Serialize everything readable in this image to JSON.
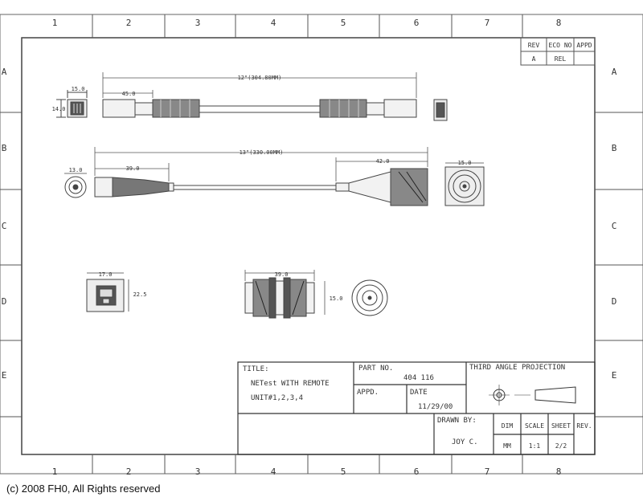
{
  "grid": {
    "columns": [
      "1",
      "2",
      "3",
      "4",
      "5",
      "6",
      "7",
      "8"
    ],
    "rows": [
      "A",
      "B",
      "C",
      "D",
      "E"
    ]
  },
  "revision_block": {
    "headers": [
      "REV",
      "ECO NO",
      "APPD"
    ],
    "values": [
      "A",
      "REL",
      ""
    ]
  },
  "dimensions": {
    "rj_overall": "12\"(304.80MM)",
    "rj_end_width": "15.0",
    "rj_end_height": "14.0",
    "rj_boot": "45.0",
    "bnc_overall": "13\"(330.00MM)",
    "bnc_left_dia": "13.0",
    "bnc_left_boot": "39.0",
    "bnc_right_boot": "42.0",
    "bnc_right_dia": "15.0",
    "jack_width": "17.0",
    "jack_height": "22.5",
    "adapter_length": "39.0",
    "adapter_dia": "15.0"
  },
  "title_block": {
    "title_label": "TITLE:",
    "title_line1": "NETest WITH REMOTE",
    "title_line2": "UNIT#1,2,3,4",
    "part_no_label": "PART NO.",
    "part_no": "404 116",
    "appd_label": "APPD.",
    "date_label": "DATE",
    "date": "11/29/00",
    "projection": "THIRD ANGLE PROJECTION",
    "drawn_by_label": "DRAWN BY:",
    "drawn_by": "JOY C.",
    "dim_label": "DIM",
    "dim_value": "MM",
    "scale_label": "SCALE",
    "scale_value": "1:1",
    "sheet_label": "SHEET",
    "sheet_value": "2/2",
    "rev_label": "REV."
  },
  "footer": {
    "copyright": "(c) 2008 FH0, All Rights reserved"
  }
}
